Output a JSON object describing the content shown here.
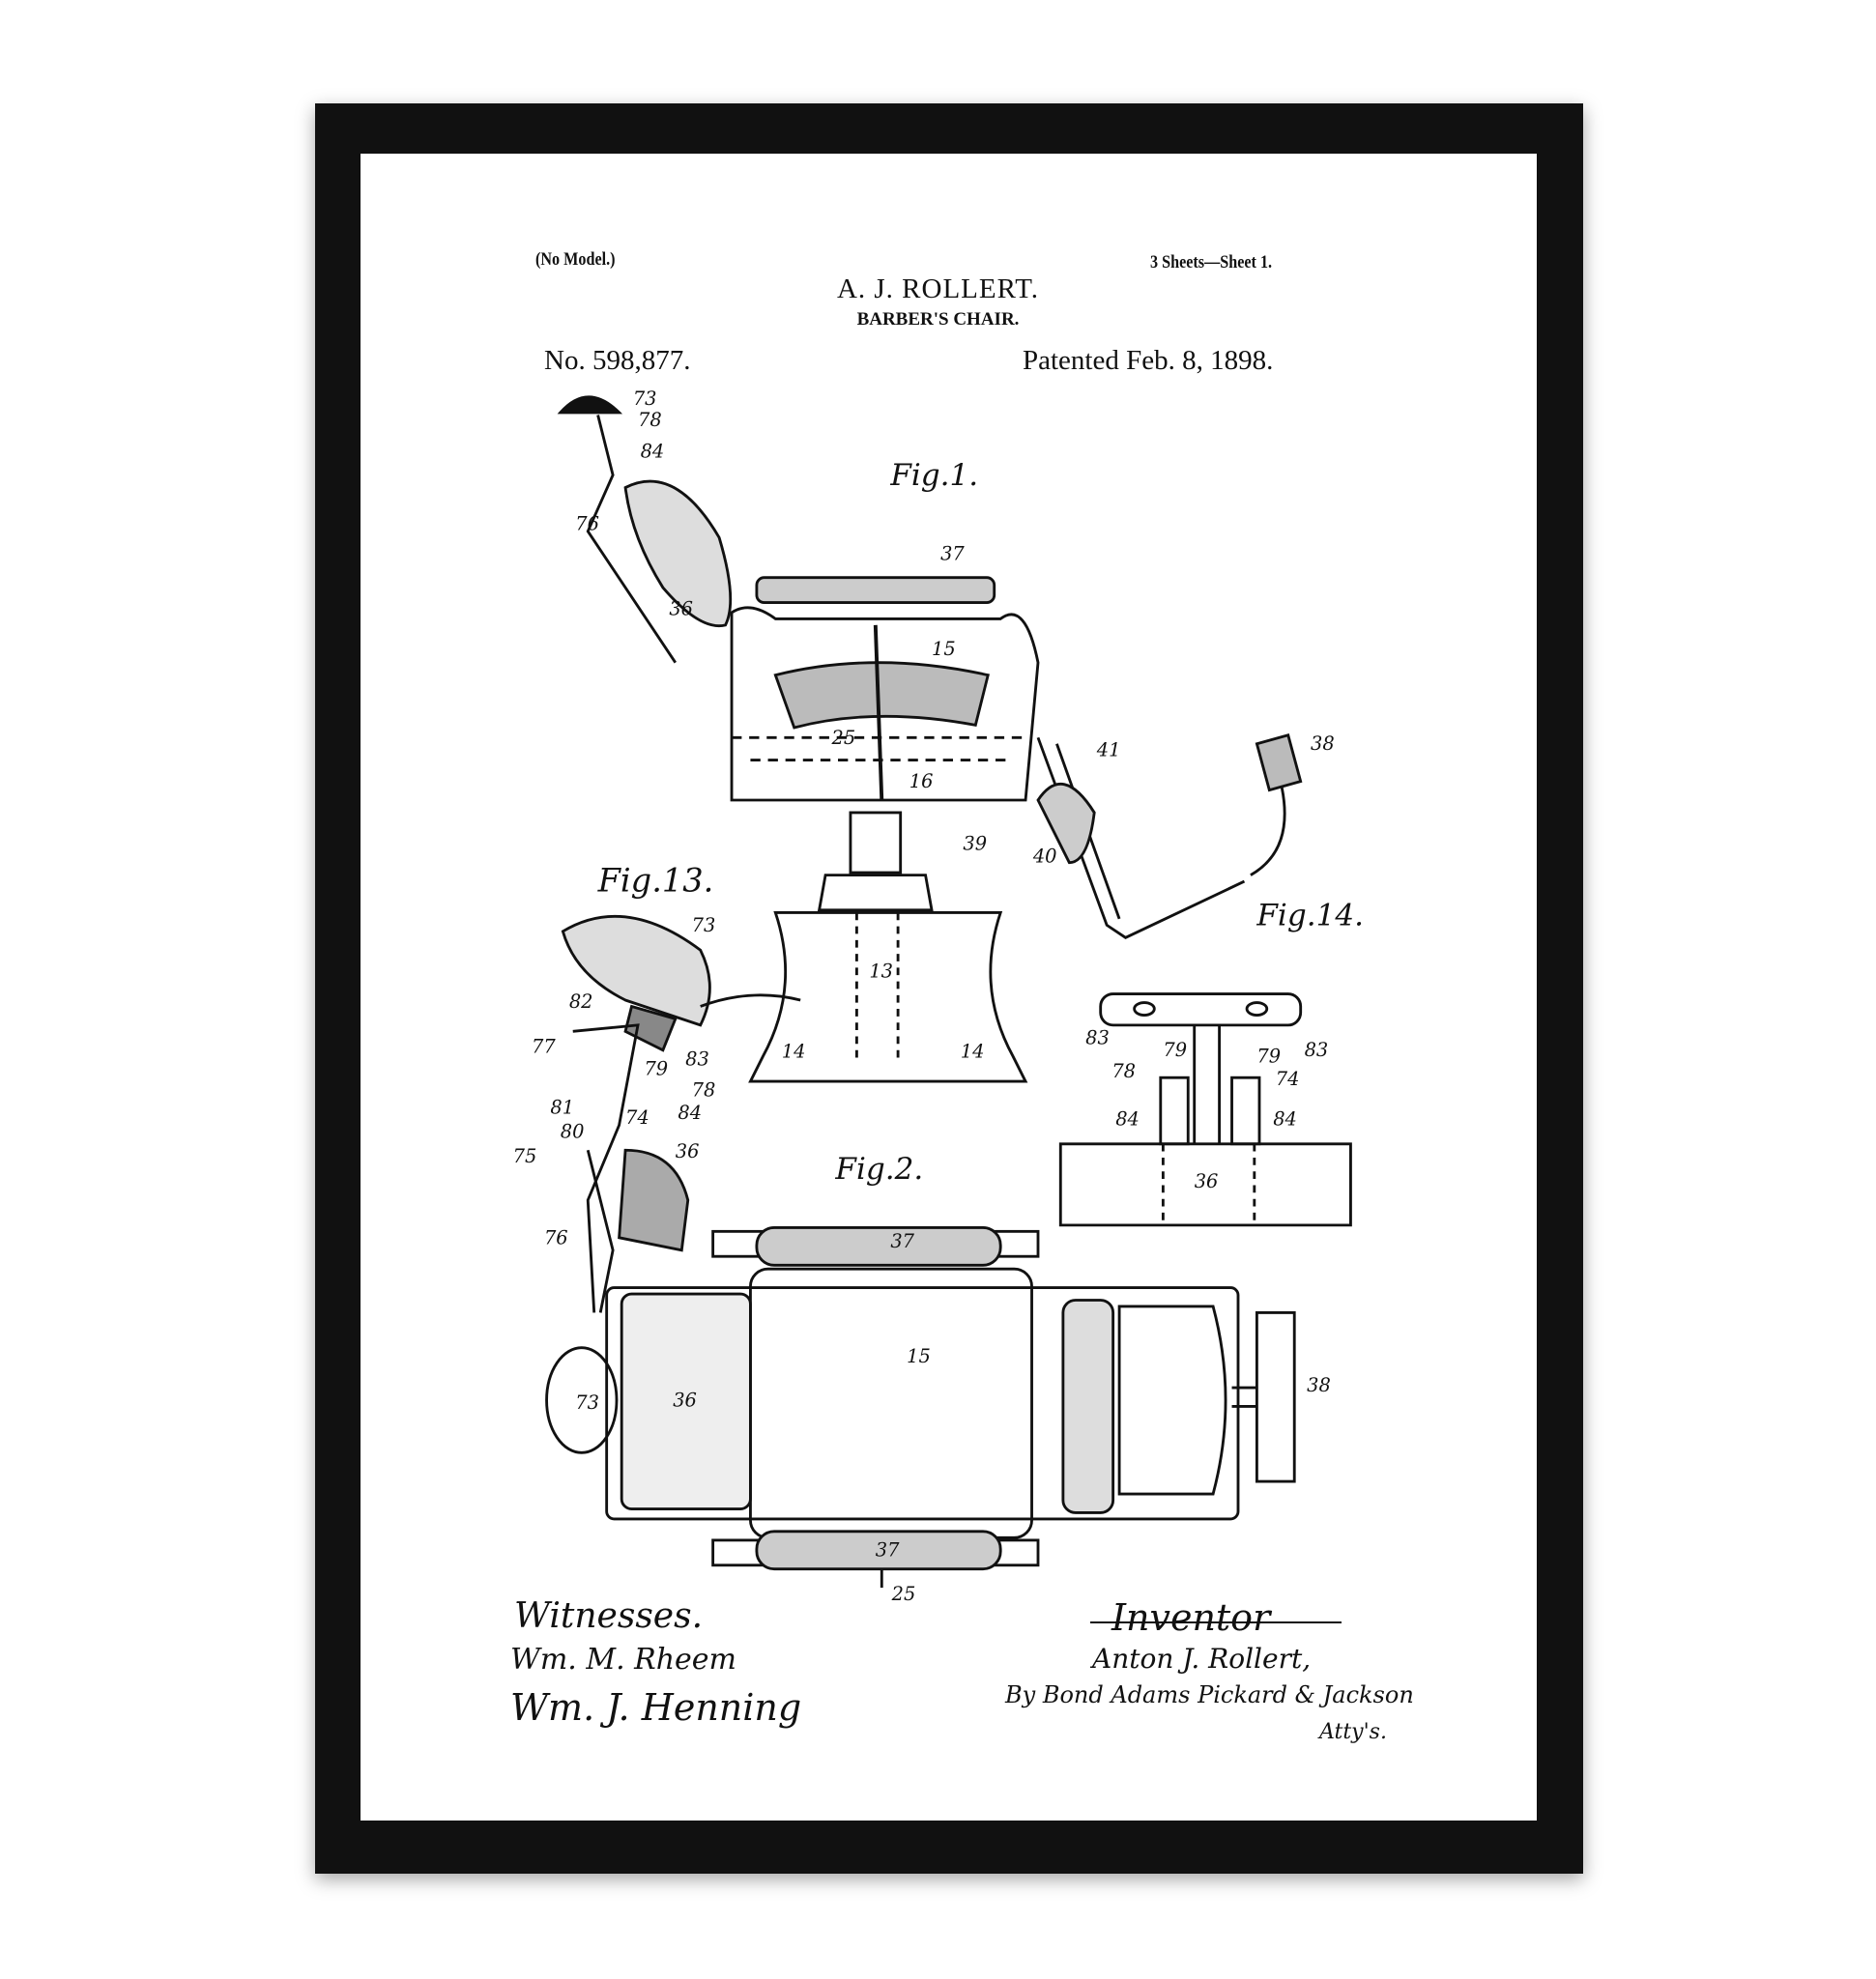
{
  "header": {
    "no_model": "(No Model.)",
    "sheets": "3 Sheets—Sheet 1.",
    "inventor_name": "A. J. ROLLERT.",
    "invention_title": "BARBER'S CHAIR.",
    "patent_number": "No. 598,877.",
    "patent_date": "Patented Feb. 8, 1898."
  },
  "figures": {
    "fig1": "Fig.1.",
    "fig13": "Fig.13.",
    "fig14": "Fig.14.",
    "fig2": "Fig.2."
  },
  "part_labels": [
    "73",
    "78",
    "84",
    "76",
    "36",
    "37",
    "15",
    "25",
    "16",
    "39",
    "40",
    "41",
    "38",
    "13",
    "14",
    "14",
    "73",
    "82",
    "77",
    "79",
    "83",
    "78",
    "81",
    "80",
    "74",
    "84",
    "75",
    "36",
    "76",
    "83",
    "79",
    "79",
    "83",
    "78",
    "74",
    "84",
    "84",
    "36",
    "37",
    "15",
    "36",
    "73",
    "38",
    "37",
    "25"
  ],
  "footer": {
    "witnesses_label": "Witnesses.",
    "witness_1": "Wm. M. Rheem",
    "witness_2": "Wm. J. Henning",
    "inventor_label": "Inventor",
    "inventor_signature": "Anton J. Rollert,",
    "attorneys_signature": "By Bond Adams Pickard & Jackson",
    "attorneys_suffix": "Atty's."
  },
  "colors": {
    "frame": "#111111",
    "paper": "#ffffff",
    "ink": "#111111"
  }
}
